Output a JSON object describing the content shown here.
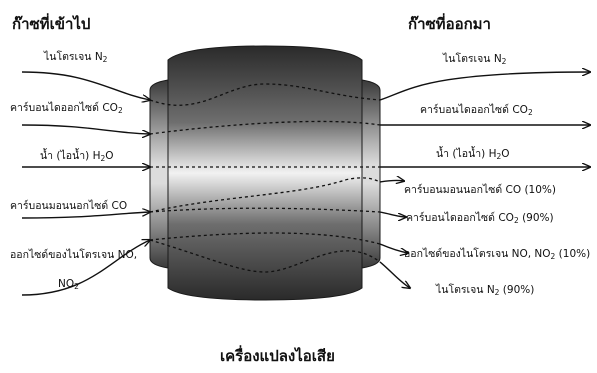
{
  "headers": {
    "input": "ก๊าซที่เข้าไป",
    "output": "ก๊าซที่ออกมา",
    "device": "เครื่องแปลงไอเสีย"
  },
  "inputs": [
    {
      "text": "ไนโตรเจน N",
      "sub": "2",
      "tail": ""
    },
    {
      "text": "คาร์บอนไดออกไซด์ CO",
      "sub": "2",
      "tail": ""
    },
    {
      "text": "น้ำ (ไอน้ำ) H",
      "sub": "2",
      "tail": "O"
    },
    {
      "text": "คาร์บอนมอนนอกไซด์ CO",
      "sub": "",
      "tail": ""
    },
    {
      "text": "ออกไซด์ของไนโตรเจน NO,",
      "sub": "",
      "tail": ""
    },
    {
      "text": "NO",
      "sub": "2",
      "tail": ""
    }
  ],
  "outputs": [
    {
      "text": "ไนโตรเจน N",
      "sub": "2",
      "tail": ""
    },
    {
      "text": "คาร์บอนไดออกไซด์ CO",
      "sub": "2",
      "tail": ""
    },
    {
      "text": "น้ำ (ไอน้ำ) H",
      "sub": "2",
      "tail": "O"
    },
    {
      "text": "คาร์บอนมอนนอกไซด์ CO (10%)",
      "sub": "",
      "tail": ""
    },
    {
      "text": "คาร์บอนไดออกไซด์ CO",
      "sub": "2",
      "tail": " (90%)"
    },
    {
      "text": "ออกไซด์ของไนโตรเจน NO, NO",
      "sub": "2",
      "tail": " (10%)"
    },
    {
      "text": "ไนโตรเจน N",
      "sub": "2",
      "tail": " (90%)"
    }
  ]
}
